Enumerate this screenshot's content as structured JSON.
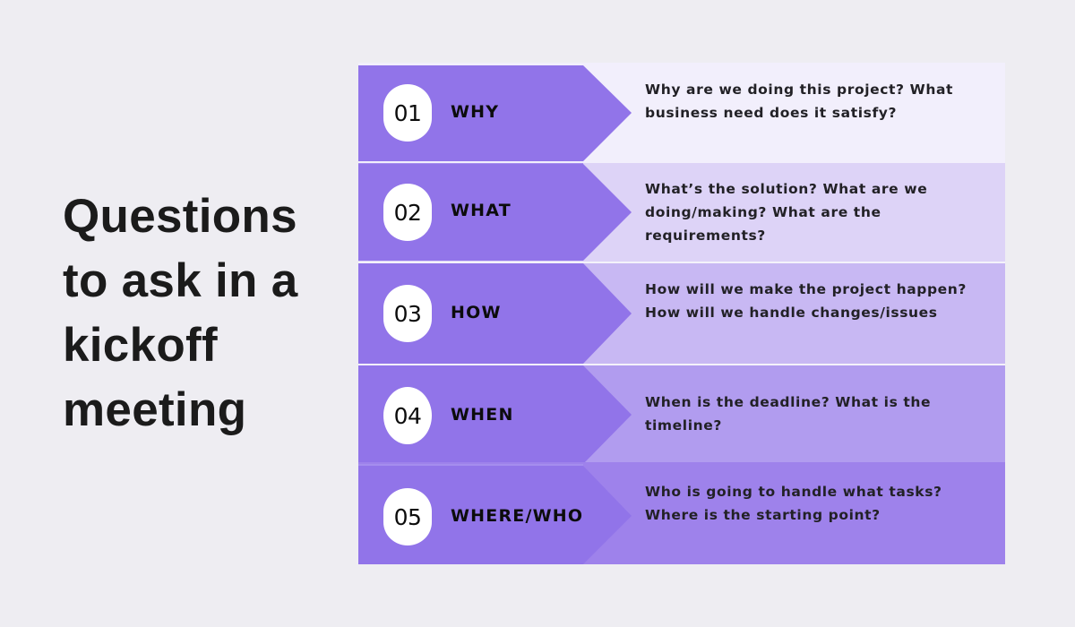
{
  "title": "Questions to ask in a kickoff meeting",
  "colors": {
    "background": "#EEEDF2",
    "left_block": "#9174E9",
    "row_panels": [
      "#F2EFFC",
      "#DDD3F7",
      "#C8B8F3",
      "#B19CEF",
      "#9E82EB"
    ],
    "text": "#1B1B1F",
    "badge": "#FFFFFF"
  },
  "rows": [
    {
      "number": "01",
      "label": "WHY",
      "description": "Why are we doing this project? What business need does it satisfy?"
    },
    {
      "number": "02",
      "label": "WHAT",
      "description": "What’s the solution? What are we doing/making? What are the requirements?"
    },
    {
      "number": "03",
      "label": "HOW",
      "description": "How will we make the project happen? How will we handle changes/issues"
    },
    {
      "number": "04",
      "label": "WHEN",
      "description": "When is the deadline? What is the timeline?"
    },
    {
      "number": "05",
      "label": "WHERE/WHO",
      "description": "Who is going to handle what tasks? Where is the starting point?"
    }
  ]
}
